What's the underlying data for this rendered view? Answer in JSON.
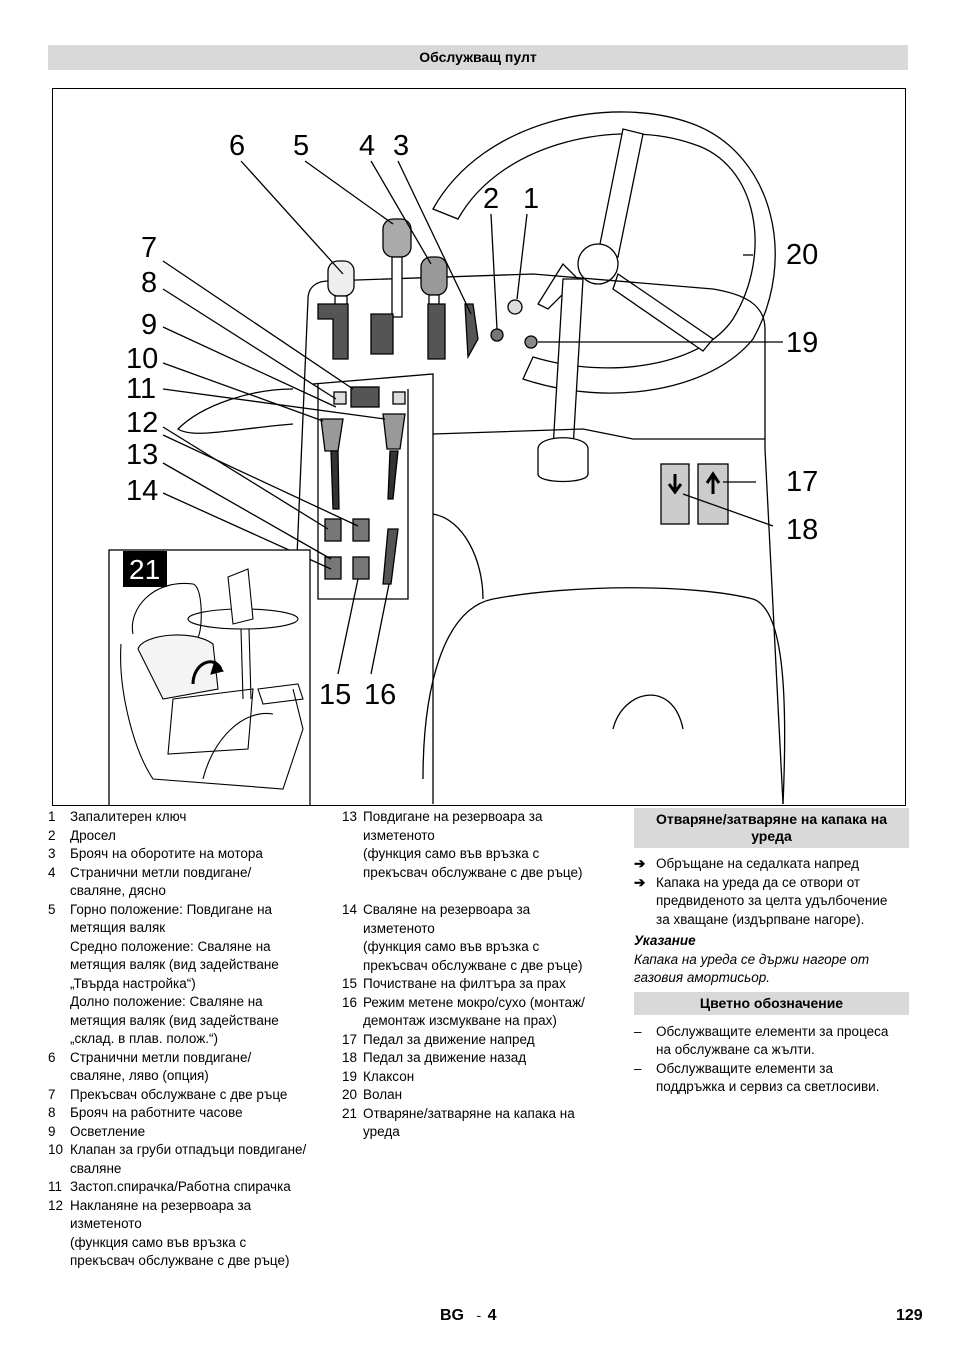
{
  "header": {
    "title": "Обслужващ пулт"
  },
  "figure": {
    "callouts": [
      "1",
      "2",
      "3",
      "4",
      "5",
      "6",
      "7",
      "8",
      "9",
      "10",
      "11",
      "12",
      "13",
      "14",
      "15",
      "16",
      "17",
      "18",
      "19",
      "20"
    ],
    "inset_label": "21"
  },
  "legend_left": [
    {
      "num": "1",
      "lines": [
        "Запалитерен ключ"
      ]
    },
    {
      "num": "2",
      "lines": [
        "Дросел"
      ]
    },
    {
      "num": "3",
      "lines": [
        "Брояч на оборотите на мотора"
      ]
    },
    {
      "num": "4",
      "lines": [
        "Странични метли повдигане/",
        "сваляне, дясно"
      ]
    },
    {
      "num": "5",
      "lines": [
        "Горно положение: Повдигане на",
        "метящия валяк",
        "Средно положение: Сваляне на",
        "метящия валяк (вид задействане",
        "„Твърда настройка“)",
        "Долно положение: Сваляне на",
        "метящия валяк (вид задействане",
        "„склад. в плав. полож.“)"
      ]
    },
    {
      "num": "6",
      "lines": [
        "Странични метли повдигане/",
        "сваляне, ляво (опция)"
      ]
    },
    {
      "num": "7",
      "lines": [
        "Прекъсвач обслужване с две ръце"
      ]
    },
    {
      "num": "8",
      "lines": [
        "Брояч на работните часове"
      ]
    },
    {
      "num": "9",
      "lines": [
        "Осветление"
      ]
    },
    {
      "num": "10",
      "lines": [
        "Клапан за груби отпадъци повдигане/",
        "сваляне"
      ]
    },
    {
      "num": "11",
      "lines": [
        "Застоп.спирачка/Работна спирачка"
      ]
    },
    {
      "num": "12",
      "lines": [
        "Накланяне на резервоара за",
        "изметеното",
        "(функция само във връзка с",
        "прекъсвач обслужване с две ръце)"
      ]
    }
  ],
  "legend_mid": [
    {
      "num": "13",
      "lines": [
        "Повдигане на резервоара за",
        "изметеното",
        "(функция само във връзка с",
        "прекъсвач обслужване с две ръце)"
      ],
      "gap_after": true
    },
    {
      "num": "14",
      "lines": [
        "Сваляне на резервоара за",
        "изметеното",
        "(функция само във връзка с",
        "прекъсвач обслужване с две ръце)"
      ]
    },
    {
      "num": "15",
      "lines": [
        "Почистване на филтъра за прах"
      ]
    },
    {
      "num": "16",
      "lines": [
        "Режим метене мокро/сухо (монтаж/",
        "демонтаж изсмукване на прах)"
      ]
    },
    {
      "num": "17",
      "lines": [
        "Педал за движение напред"
      ]
    },
    {
      "num": "18",
      "lines": [
        "Педал за движение назад"
      ]
    },
    {
      "num": "19",
      "lines": [
        "Клаксон"
      ]
    },
    {
      "num": "20",
      "lines": [
        "Волан"
      ]
    },
    {
      "num": "21",
      "lines": [
        "Отваряне/затваряне на капака на",
        "уреда"
      ]
    }
  ],
  "section_hood": {
    "title_lines": [
      "Отваряне/затваряне на капака на",
      "уреда"
    ],
    "arrow_glyph": "➔",
    "steps": [
      [
        "Обръщане на седалката напред"
      ],
      [
        "Капака на уреда да се отвори от",
        "предвиденото за целта удълбочение",
        "за хващане (издърпване нагоре)."
      ]
    ],
    "note_title": "Указание",
    "note_lines": [
      "Капака на уреда се държи нагоре от",
      "газовия амортисьор."
    ]
  },
  "section_color": {
    "title": "Цветно обозначение",
    "dash_glyph": "–",
    "items": [
      [
        "Обслужващите елементи за процеса",
        "на обслужване са жълти."
      ],
      [
        "Обслужващите елементи за",
        "поддръжка и сервиз са светлосиви."
      ]
    ]
  },
  "footer": {
    "lang": "BG",
    "sep": "-",
    "page_sub": "4",
    "page_num": "129"
  }
}
